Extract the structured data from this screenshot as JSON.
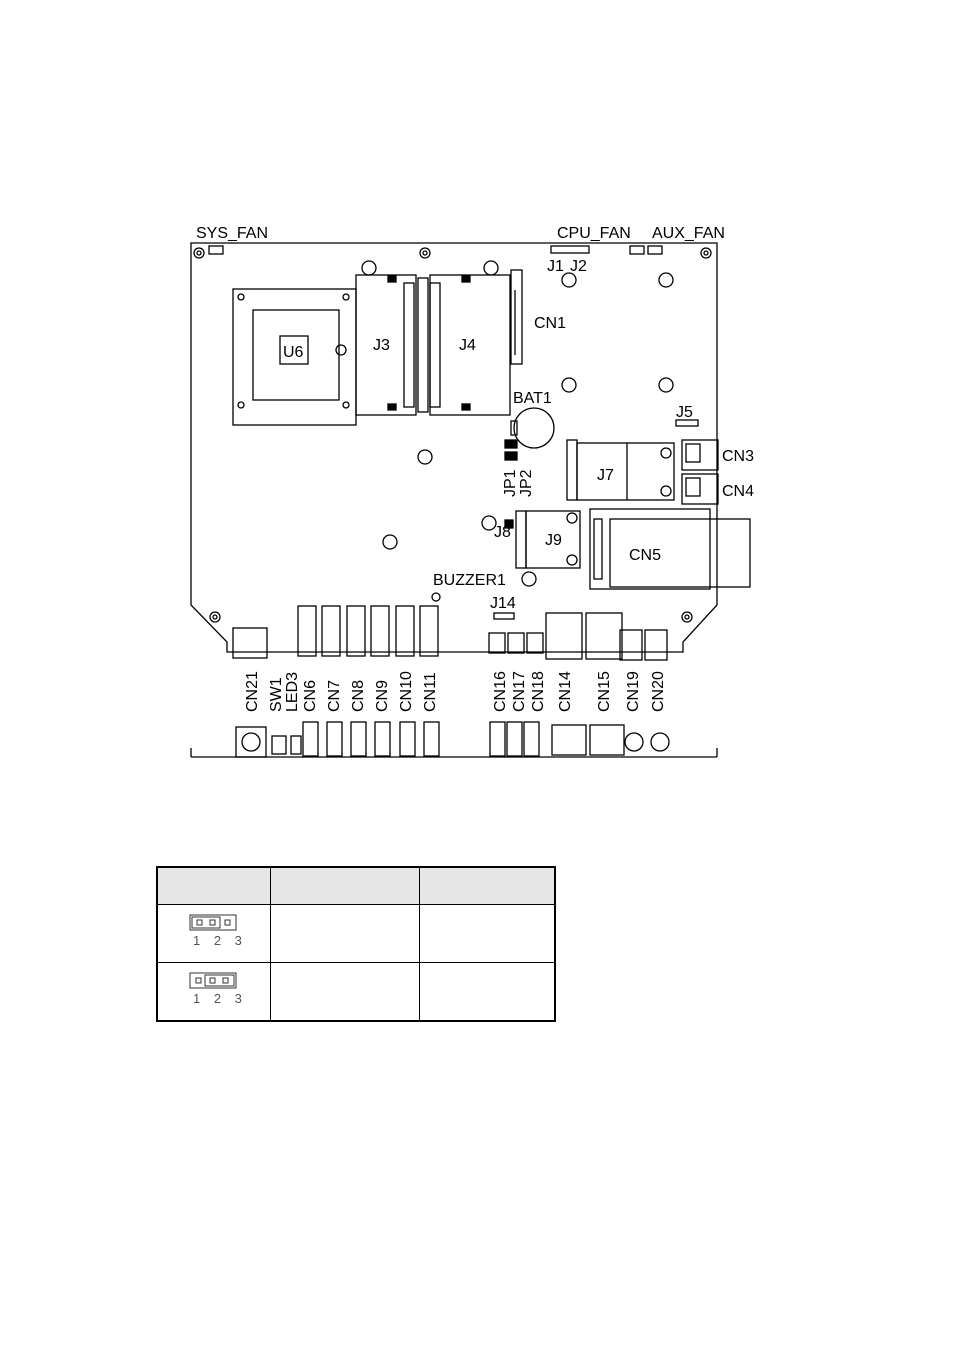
{
  "diagram": {
    "labels": {
      "sys_fan": "SYS_FAN",
      "cpu_fan": "CPU_FAN",
      "aux_fan": "AUX_FAN",
      "j1": "J1",
      "j2": "J2",
      "u6": "U6",
      "j3": "J3",
      "j4": "J4",
      "cn1": "CN1",
      "bat1": "BAT1",
      "j5": "J5",
      "cn3": "CN3",
      "cn4": "CN4",
      "jp1": "JP1",
      "jp2": "JP2",
      "j7": "J7",
      "j8": "J8",
      "j9": "J9",
      "cn5": "CN5",
      "buzzer1": "BUZZER1",
      "j14": "J14",
      "cn21": "CN21",
      "sw1": "SW1",
      "led3": "LED3",
      "cn6": "CN6",
      "cn7": "CN7",
      "cn8": "CN8",
      "cn9": "CN9",
      "cn10": "CN10",
      "cn11": "CN11",
      "cn16": "CN16",
      "cn17": "CN17",
      "cn18": "CN18",
      "cn14": "CN14",
      "cn15": "CN15",
      "cn19": "CN19",
      "cn20": "CN20"
    }
  },
  "jumper_table": {
    "headers": [
      "",
      "",
      ""
    ],
    "rows": [
      {
        "pins": "1 2 3",
        "col2": "",
        "col3": ""
      },
      {
        "pins": "1 2 3",
        "col2": "",
        "col3": ""
      }
    ]
  }
}
